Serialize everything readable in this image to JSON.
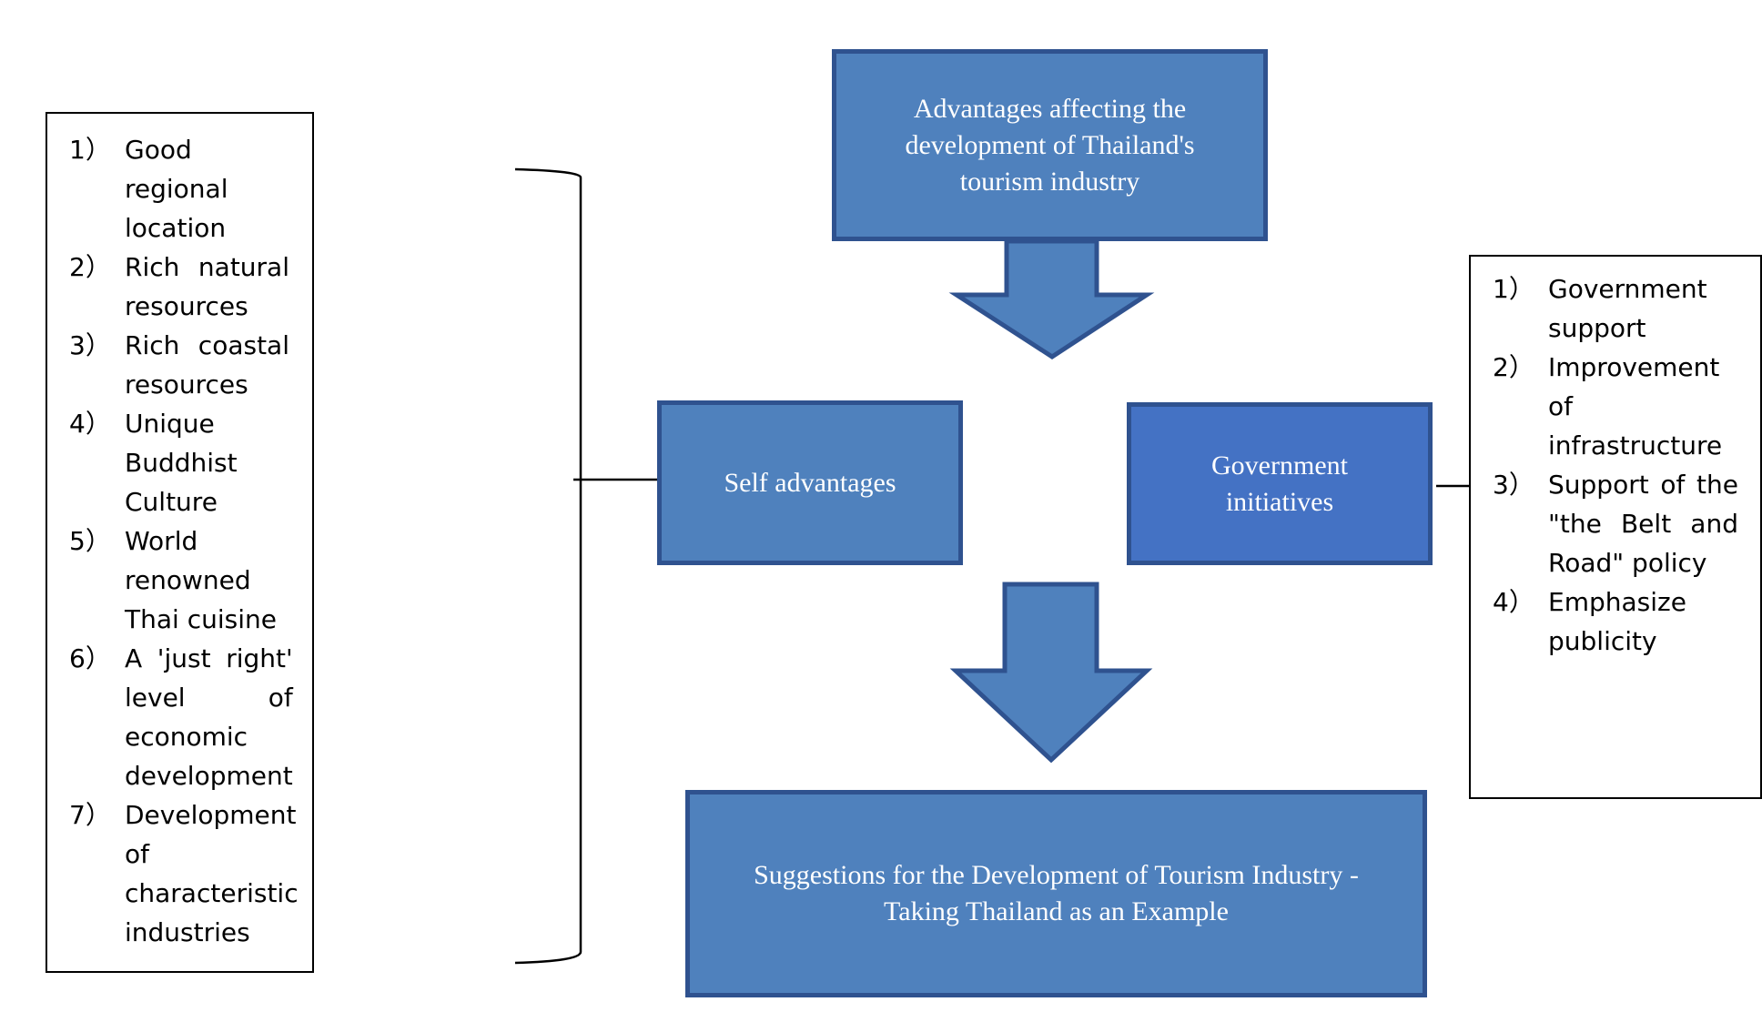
{
  "boxes": {
    "top": "Advantages affecting the development of Thailand's tourism industry",
    "self": "Self advantages",
    "government": "Government initiatives",
    "bottom": "Suggestions for the Development of Tourism Industry - Taking Thailand as an Example"
  },
  "left_list": [
    {
      "num": "1）",
      "text": "Good regional location"
    },
    {
      "num": "2）",
      "text": "Rich natural resources"
    },
    {
      "num": "3）",
      "text": "Rich coastal resources"
    },
    {
      "num": "4）",
      "text": "Unique Buddhist Culture"
    },
    {
      "num": "5）",
      "text": "World renowned Thai cuisine"
    },
    {
      "num": "6）",
      "text": "A 'just right' level of economic development"
    },
    {
      "num": "7）",
      "text": "Development of characteristic industries"
    }
  ],
  "right_list": [
    {
      "num": "1）",
      "text": "Government support"
    },
    {
      "num": "2）",
      "text": "Improvement of infrastructure"
    },
    {
      "num": "3）",
      "text": "Support of the \"the Belt and Road\" policy"
    },
    {
      "num": "4）",
      "text": "Emphasize publicity"
    }
  ],
  "colors": {
    "box_fill": "#4f81bd",
    "government_fill": "#4472c4",
    "box_border": "#2f528f"
  }
}
